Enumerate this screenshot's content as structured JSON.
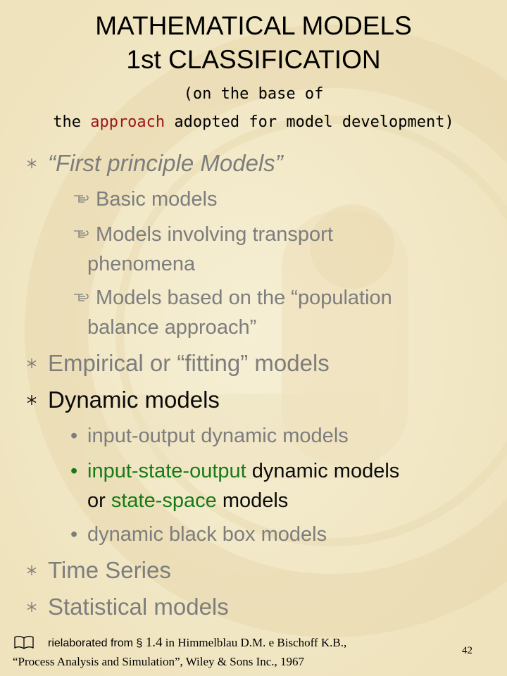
{
  "title": {
    "line1": "MATHEMATICAL MODELS",
    "line2": "1st CLASSIFICATION"
  },
  "subtitle": {
    "line1": "(on the base of",
    "line2_pre": "the ",
    "line2_accent": "approach",
    "line2_post": " adopted for model development)"
  },
  "items": {
    "first_principle": "“First principle Models”",
    "basic": "Basic models",
    "transport_1": "Models involving transport",
    "transport_2": "phenomena",
    "population_1": "Models based on the “population",
    "population_2": "balance approach”",
    "empirical": "Empirical or “fitting” models",
    "dynamic": "Dynamic models",
    "io_dynamic": "input-output dynamic models",
    "iso_green": "input-state-output",
    "iso_rest": " dynamic models",
    "iso_or": "or ",
    "state_space": "state-space",
    "models_word": " models",
    "black_box": "dynamic black box models",
    "time_series": "Time Series",
    "statistical": "Statistical models"
  },
  "reference": {
    "prefix": "rielaborated from § ",
    "section": "1.4",
    "authors": " in Himmelblau D.M. e Bischoff K.B.,",
    "line2": "“Process Analysis and Simulation”, Wiley & Sons Inc., 1967"
  },
  "page_number": "42",
  "colors": {
    "background": "#f4eccd",
    "grey_text": "#7d7d7d",
    "accent_red": "#9b1515",
    "accent_green": "#177a17"
  },
  "icons": {
    "bullet": "snowflake-icon",
    "sub_bullet": "pointing-hand-icon",
    "reference": "open-book-icon"
  }
}
